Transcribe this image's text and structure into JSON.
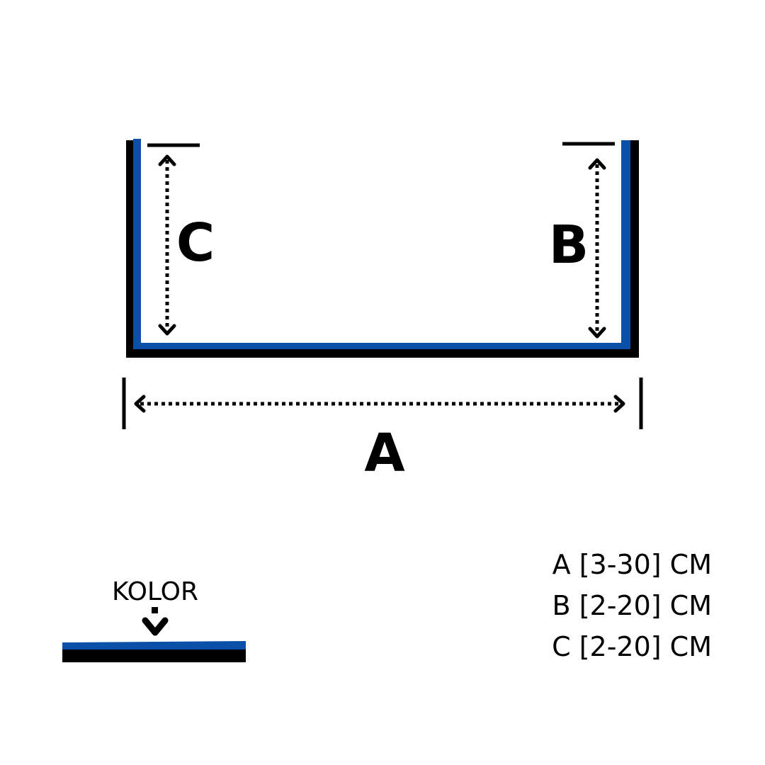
{
  "colors": {
    "accent": "#0a4fa8",
    "base": "#000000"
  },
  "labels": {
    "a": "A",
    "b": "B",
    "c": "C"
  },
  "dimensions": [
    {
      "text": "A [3-30] CM"
    },
    {
      "text": "B [2-20] CM"
    },
    {
      "text": "C [2-20] CM"
    }
  ],
  "legend": {
    "label": "KOLOR"
  }
}
